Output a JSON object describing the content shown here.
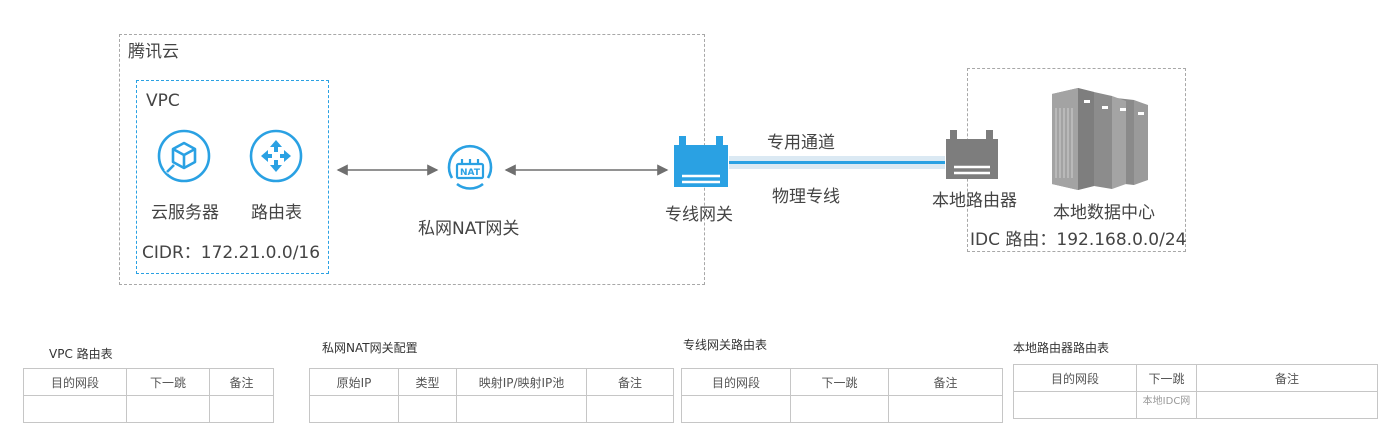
{
  "diagram": {
    "cloud_label": "腾讯云",
    "vpc_label": "VPC",
    "cvm_label": "云服务器",
    "route_table_label": "路由表",
    "vpc_cidr": "CIDR：172.21.0.0/16",
    "nat_label": "私网NAT网关",
    "dc_gateway_label": "专线网关",
    "dedicated_channel_label": "专用通道",
    "physical_line_label": "物理专线",
    "local_router_label": "本地路由器",
    "idc_label": "本地数据中心",
    "idc_route": "IDC 路由：192.168.0.0/24",
    "nat_icon_text": "NAT"
  },
  "tables": {
    "vpc": {
      "title": "VPC 路由表",
      "headers": [
        "目的网段",
        "下一跳",
        "备注"
      ]
    },
    "nat": {
      "title": "私网NAT网关配置",
      "headers": [
        "原始IP",
        "类型",
        "映射IP/映射IP池",
        "备注"
      ]
    },
    "dcg": {
      "title": "专线网关路由表",
      "headers": [
        "目的网段",
        "下一跳",
        "备注"
      ]
    },
    "local": {
      "title": "本地路由器路由表",
      "headers": [
        "目的网段",
        "下一跳",
        "备注"
      ],
      "row1": [
        "",
        "本地IDC网",
        ""
      ]
    }
  },
  "colors": {
    "accent_blue": "#2aa1e3",
    "gray_icon": "#7d7d7d",
    "dashed_border": "#a8a8a8"
  }
}
